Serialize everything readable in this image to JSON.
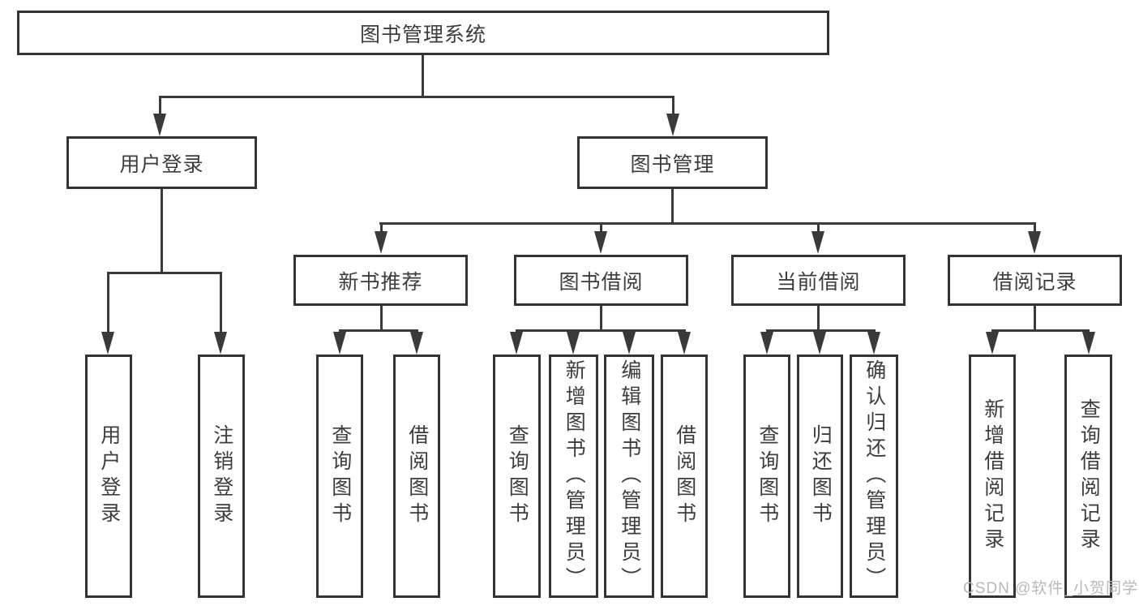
{
  "colors": {
    "background": "#ffffff",
    "box_border": "#333333",
    "box_fill": "#ffffff",
    "line": "#3a3a3a",
    "text": "#3d3d3d",
    "watermark": "#b9b9b9"
  },
  "watermark": {
    "text": "CSDN @软件_小贺同学"
  },
  "tree": {
    "root": {
      "label": "图书管理系统"
    },
    "branches": [
      {
        "label": "用户登录",
        "children": [
          {
            "label": "用户登录"
          },
          {
            "label": "注销登录"
          }
        ]
      },
      {
        "label": "图书管理",
        "children": [
          {
            "label": "新书推荐",
            "children": [
              {
                "label": "查询图书"
              },
              {
                "label": "借阅图书"
              }
            ]
          },
          {
            "label": "图书借阅",
            "children": [
              {
                "label": "查询图书"
              },
              {
                "label": "新增图书（管理员）"
              },
              {
                "label": "编辑图书（管理员）"
              },
              {
                "label": "借阅图书"
              }
            ]
          },
          {
            "label": "当前借阅",
            "children": [
              {
                "label": "查询图书"
              },
              {
                "label": "归还图书"
              },
              {
                "label": "确认归还（管理员）"
              }
            ]
          },
          {
            "label": "借阅记录",
            "children": [
              {
                "label": "新增借阅记录"
              },
              {
                "label": "查询借阅记录"
              }
            ]
          }
        ]
      }
    ]
  }
}
